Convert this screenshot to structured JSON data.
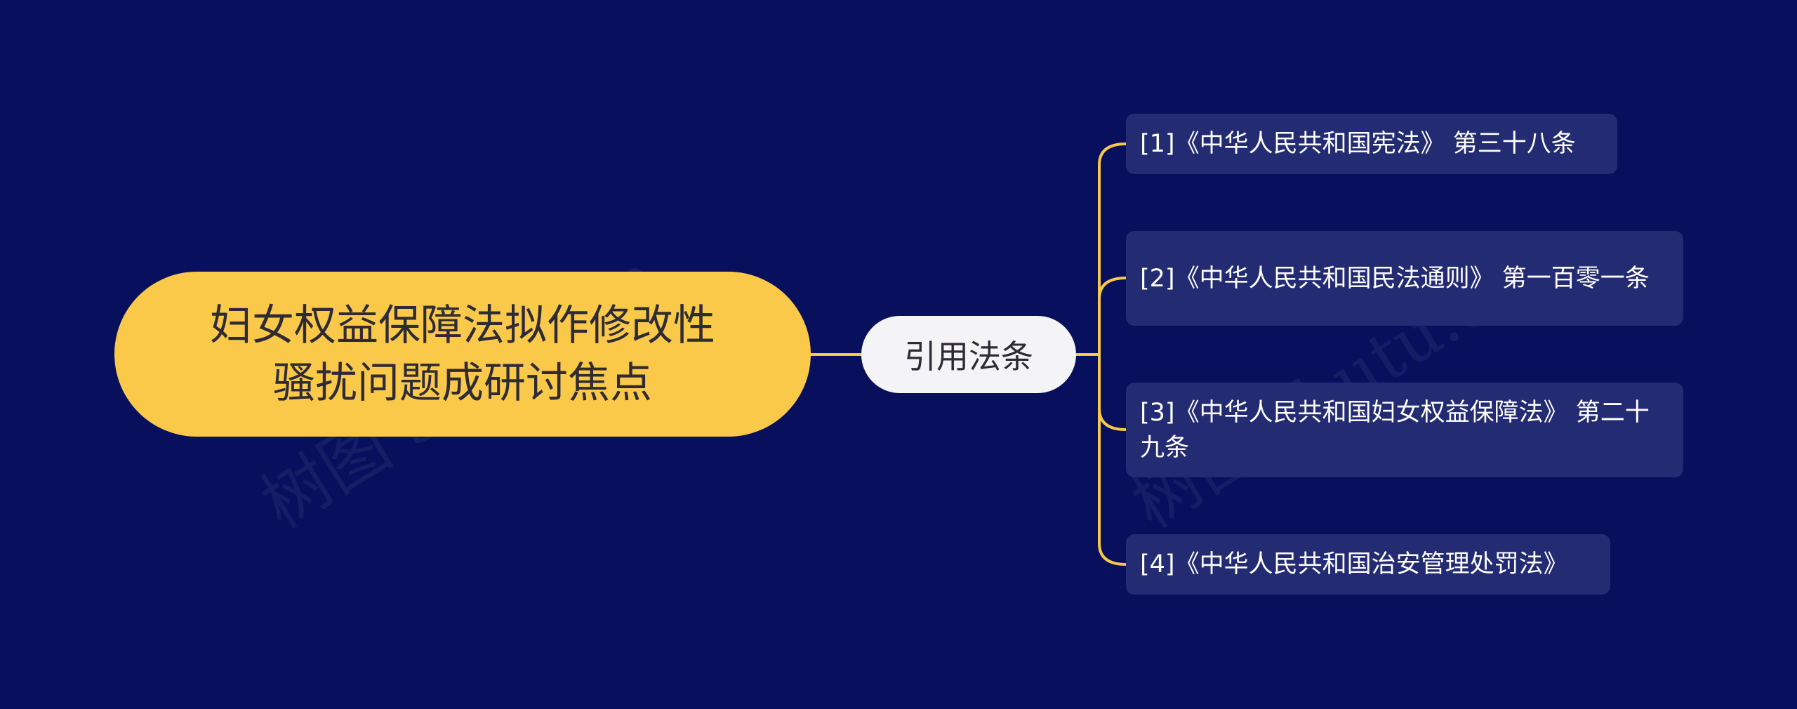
{
  "diagram": {
    "root": {
      "label": "妇女权益保障法拟作修改性骚扰问题成研讨焦点"
    },
    "branch": {
      "label": "引用法条"
    },
    "leaves": [
      {
        "label": "[1]《中华人民共和国宪法》 第三十八条"
      },
      {
        "label": "[2]《中华人民共和国民法通则》 第一百零一条"
      },
      {
        "label": "[3]《中华人民共和国妇女权益保障法》 第二十九条"
      },
      {
        "label": "[4]《中华人民共和国治安管理处罚法》"
      }
    ]
  },
  "watermark": {
    "left": "树图 shutu.cn",
    "right": "树图 shutu.cn"
  },
  "colors": {
    "background": "#080f5c",
    "root_fill": "#fbc94a",
    "branch_fill": "#f4f4f6",
    "leaf_fill": "#232b73",
    "connector": "#f7c948",
    "leaf_text": "#ffffff",
    "dark_text": "#2e2b35"
  }
}
